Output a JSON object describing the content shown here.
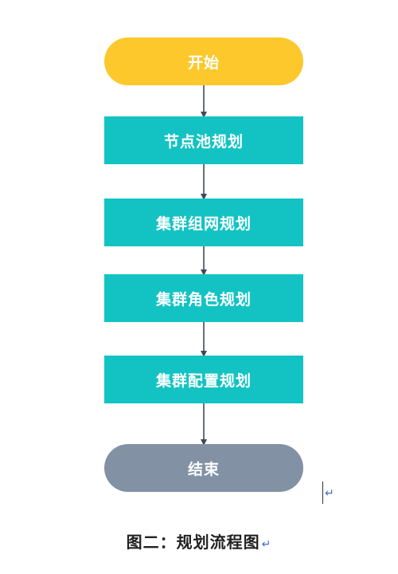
{
  "diagram": {
    "type": "flowchart",
    "nodes": [
      {
        "id": "start",
        "shape": "terminator",
        "label": "开始",
        "color": "#fcc82c"
      },
      {
        "id": "n1",
        "shape": "process",
        "label": "节点池规划",
        "color": "#13c3c3"
      },
      {
        "id": "n2",
        "shape": "process",
        "label": "集群组网规划",
        "color": "#13c3c3"
      },
      {
        "id": "n3",
        "shape": "process",
        "label": "集群角色规划",
        "color": "#13c3c3"
      },
      {
        "id": "n4",
        "shape": "process",
        "label": "集群配置规划",
        "color": "#13c3c3"
      },
      {
        "id": "end",
        "shape": "terminator",
        "label": "结束",
        "color": "#8391a5"
      }
    ],
    "edges": [
      {
        "from": "start",
        "to": "n1"
      },
      {
        "from": "n1",
        "to": "n2"
      },
      {
        "from": "n2",
        "to": "n3"
      },
      {
        "from": "n3",
        "to": "n4"
      },
      {
        "from": "n4",
        "to": "end"
      }
    ],
    "arrow_color": "#3d4a5c"
  },
  "caption": {
    "text": "图二：规划流程图",
    "return_symbol": "↵"
  },
  "editor": {
    "return_symbol": "↵"
  }
}
